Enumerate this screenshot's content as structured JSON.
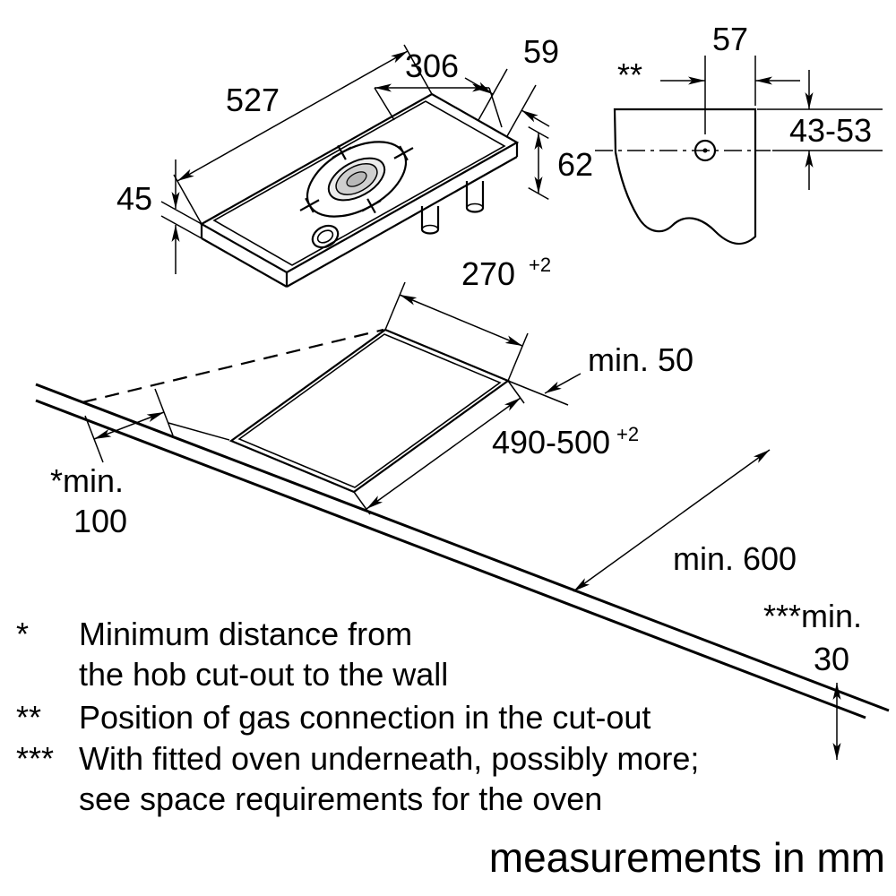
{
  "hob_view": {
    "dim_total_width": "527",
    "dim_panel_width": "306",
    "dim_edge_offset": "59",
    "dim_connection_height": "62",
    "dim_hob_height": "45"
  },
  "gas_connection_detail": {
    "footnote_marker": "**",
    "dim_horizontal": "57",
    "dim_vertical": "43-53"
  },
  "worktop_view": {
    "dim_cutout_width": "270",
    "dim_cutout_width_tolerance": "+2",
    "dim_min_side": "min. 50",
    "dim_cutout_length": "490-500",
    "dim_cutout_length_tolerance": "+2",
    "dim_min_wall_label": "*min.",
    "dim_min_wall_value": "100",
    "dim_worktop_depth": "min. 600",
    "dim_min_below_label": "***min.",
    "dim_min_below_value": "30"
  },
  "footnotes": {
    "note1_marker": "*",
    "note1_line1": "Minimum distance from",
    "note1_line2": "the hob cut-out to the wall",
    "note2_marker": "**",
    "note2_line1": "Position of gas connection in the cut-out",
    "note3_marker": "***",
    "note3_line1": "With fitted oven underneath, possibly more;",
    "note3_line2": "see space requirements for the oven",
    "units": "measurements in mm"
  },
  "colors": {
    "line": "#000000",
    "burner_gray": "#c8c8c8"
  }
}
